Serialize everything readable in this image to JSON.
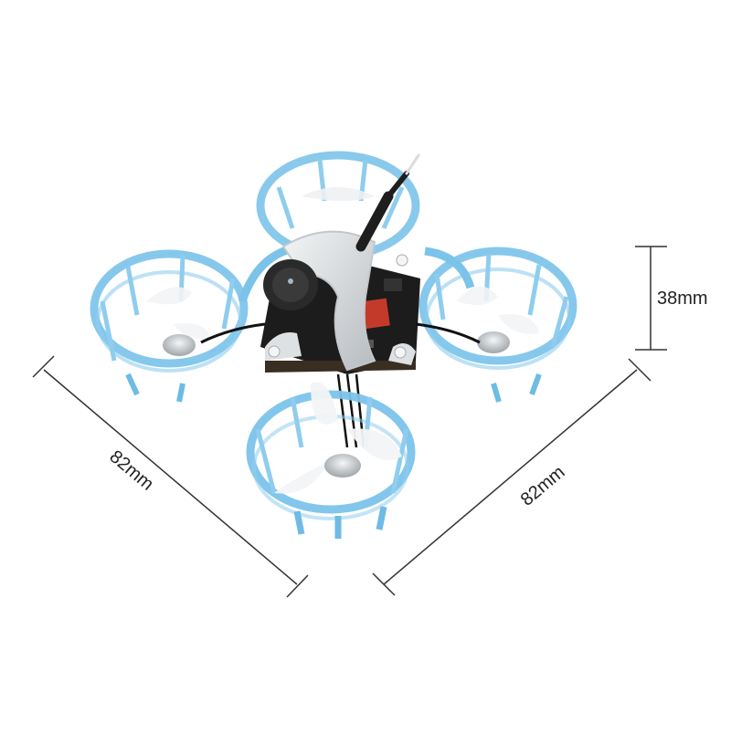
{
  "product": {
    "subject": "Tiny whoop FPV drone with blue prop guards",
    "colors": {
      "duct_blue": "#7cc3ea",
      "duct_blue_dark": "#4fa8d8",
      "canopy_silver": "#d9dde0",
      "board_black": "#1c1c1c",
      "board_red": "#c43a2a",
      "prop_white": "#f2f4f6",
      "motor_silver": "#c9cdd0",
      "dimension_line": "#333333"
    }
  },
  "dimensions": {
    "height": {
      "label": "38mm"
    },
    "left_diagonal": {
      "label": "82mm"
    },
    "right_diagonal": {
      "label": "82mm"
    }
  }
}
